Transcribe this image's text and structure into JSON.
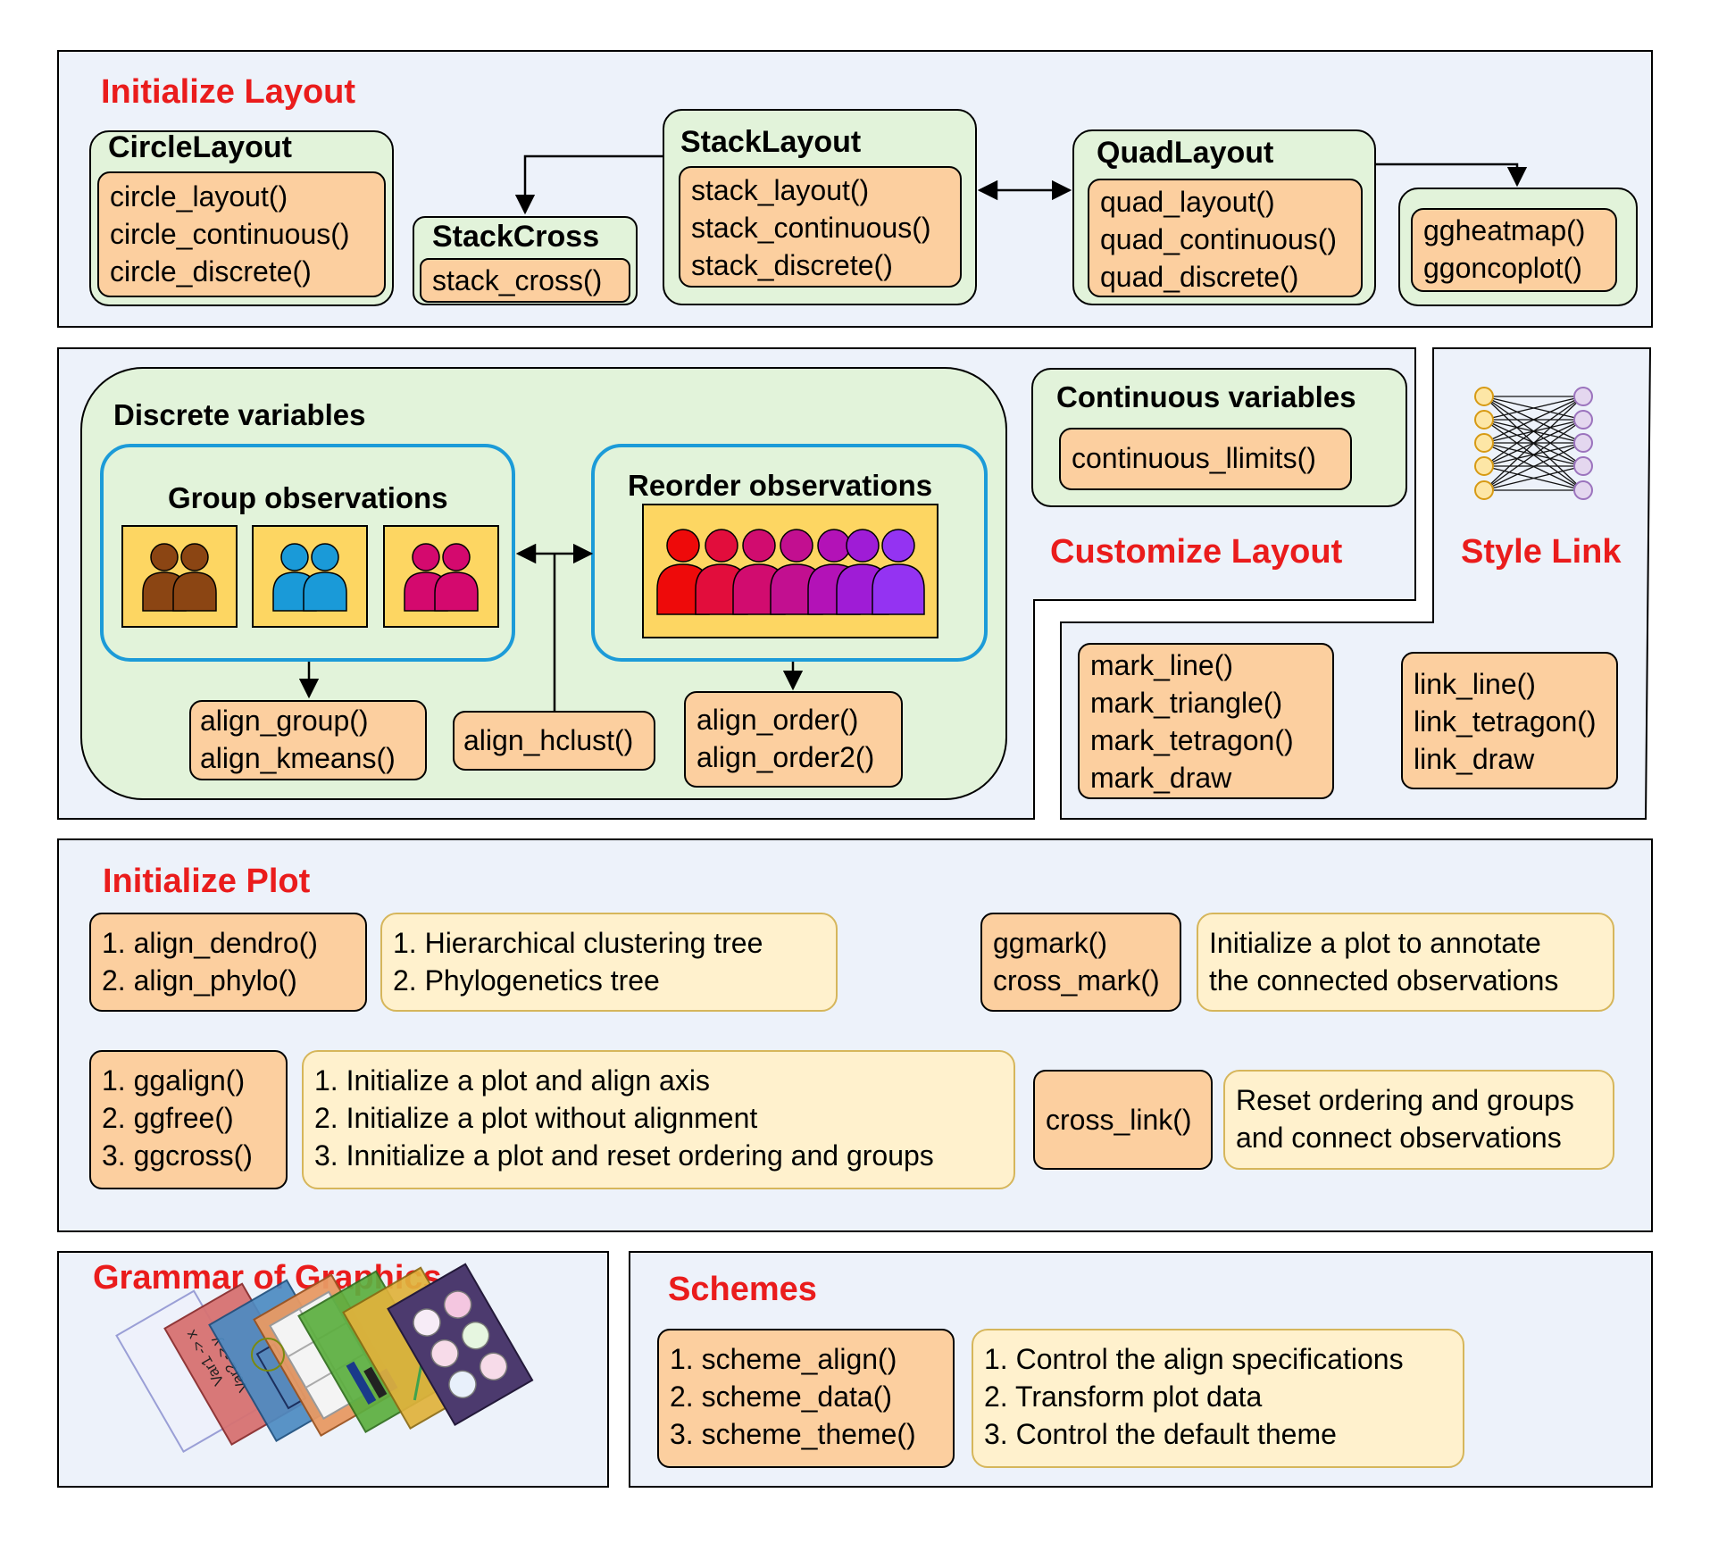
{
  "init_layout": {
    "title": "Initialize Layout",
    "circle": {
      "title": "CircleLayout",
      "funcs": [
        "circle_layout()",
        "circle_continuous()",
        "circle_discrete()"
      ]
    },
    "stackcross": {
      "title": "StackCross",
      "funcs": [
        "stack_cross()"
      ]
    },
    "stack": {
      "title": "StackLayout",
      "funcs": [
        "stack_layout()",
        "stack_continuous()",
        "stack_discrete()"
      ]
    },
    "quad": {
      "title": "QuadLayout",
      "funcs": [
        "quad_layout()",
        "quad_continuous()",
        "quad_discrete()"
      ]
    },
    "gg": {
      "funcs": [
        "ggheatmap()",
        "ggoncoplot()"
      ]
    }
  },
  "customize": {
    "title": "Customize Layout",
    "discrete": {
      "title": "Discrete variables",
      "group": {
        "title": "Group observations",
        "colors": [
          "#8b4513",
          "#1a9ad8",
          "#d4096e"
        ]
      },
      "reorder": {
        "title": "Reorder observations",
        "colors": [
          "#ee0a0a",
          "#e20d3c",
          "#d10c6f",
          "#c20f90",
          "#b312b7",
          "#9f1cd6",
          "#9433f2"
        ]
      },
      "group_funcs": [
        "align_group()",
        "align_kmeans()"
      ],
      "hclust": "align_hclust()",
      "order_funcs": [
        "align_order()",
        "align_order2()"
      ]
    },
    "continuous": {
      "title": "Continuous variables",
      "func": "continuous_llimits()"
    }
  },
  "style_link": {
    "title": "Style Link",
    "marks": [
      "mark_line()",
      "mark_triangle()",
      "mark_tetragon()",
      "mark_draw"
    ],
    "links": [
      "link_line()",
      "link_tetragon()",
      "link_draw"
    ]
  },
  "init_plot": {
    "title": "Initialize Plot",
    "dendro": {
      "funcs": [
        "1. align_dendro()",
        "2. align_phylo()"
      ],
      "desc": [
        "1. Hierarchical clustering tree",
        "2. Phylogenetics tree"
      ]
    },
    "ggmark": {
      "funcs": [
        "ggmark()",
        "cross_mark()"
      ],
      "desc": [
        "Initialize a plot to annotate",
        "the connected observations"
      ]
    },
    "ggalign": {
      "funcs": [
        "1. ggalign()",
        "2. ggfree()",
        "3. ggcross()"
      ],
      "desc": [
        "1. Initialize a plot and align axis",
        "2. Initialize a plot without alignment",
        "3. Innitialize a plot and reset ordering and groups"
      ]
    },
    "crosslink": {
      "func": "cross_link()",
      "desc": [
        "Reset ordering and groups",
        "and connect observations"
      ]
    }
  },
  "grammar": {
    "title": "Grammar of Graphics",
    "axis_text": [
      "Var1 -> x",
      "Var2 -> y"
    ]
  },
  "schemes": {
    "title": "Schemes",
    "funcs": [
      "1. scheme_align()",
      "2. scheme_data()",
      "3. scheme_theme()"
    ],
    "desc": [
      "1. Control the align specifications",
      "2. Transform plot data",
      "3. Control the default theme"
    ]
  },
  "colors": {
    "title_red": "#ea1c1c",
    "panel_bg": "#edf2fa",
    "green_bg": "#e2f3da",
    "orange_bg": "#fccf9f",
    "yellow_bg": "#fff1cd",
    "blue_border": "#1c9bd8",
    "people_bg": "#fdd662"
  }
}
